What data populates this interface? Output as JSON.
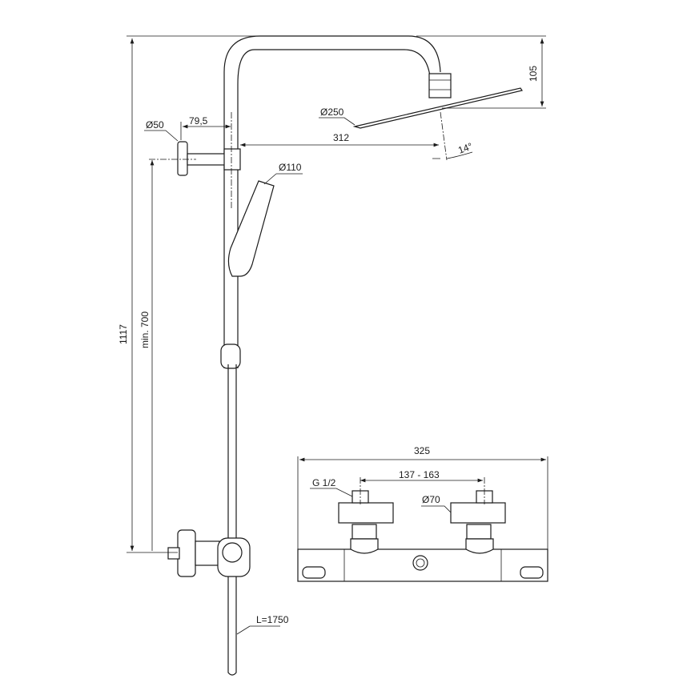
{
  "labels": {
    "d50": "Ø50",
    "d79": "79,5",
    "d312": "312",
    "d250": "Ø250",
    "angle": "14°",
    "d105": "105",
    "d110": "Ø110",
    "d1117": "1117",
    "min700": "min. 700",
    "hose": "L=1750",
    "d325": "325",
    "d137": "137 - 163",
    "g12": "G 1/2",
    "d70": "Ø70"
  }
}
